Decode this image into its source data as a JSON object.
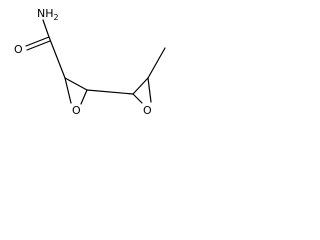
{
  "molecule": {
    "atoms": {
      "amide_n": {
        "symbol": "N",
        "h_count": "2",
        "prefix": "H"
      },
      "carbonyl_o": {
        "symbol": "O"
      },
      "epoxide1_o": {
        "symbol": "O"
      },
      "epoxide2_o": {
        "symbol": "O"
      }
    }
  }
}
